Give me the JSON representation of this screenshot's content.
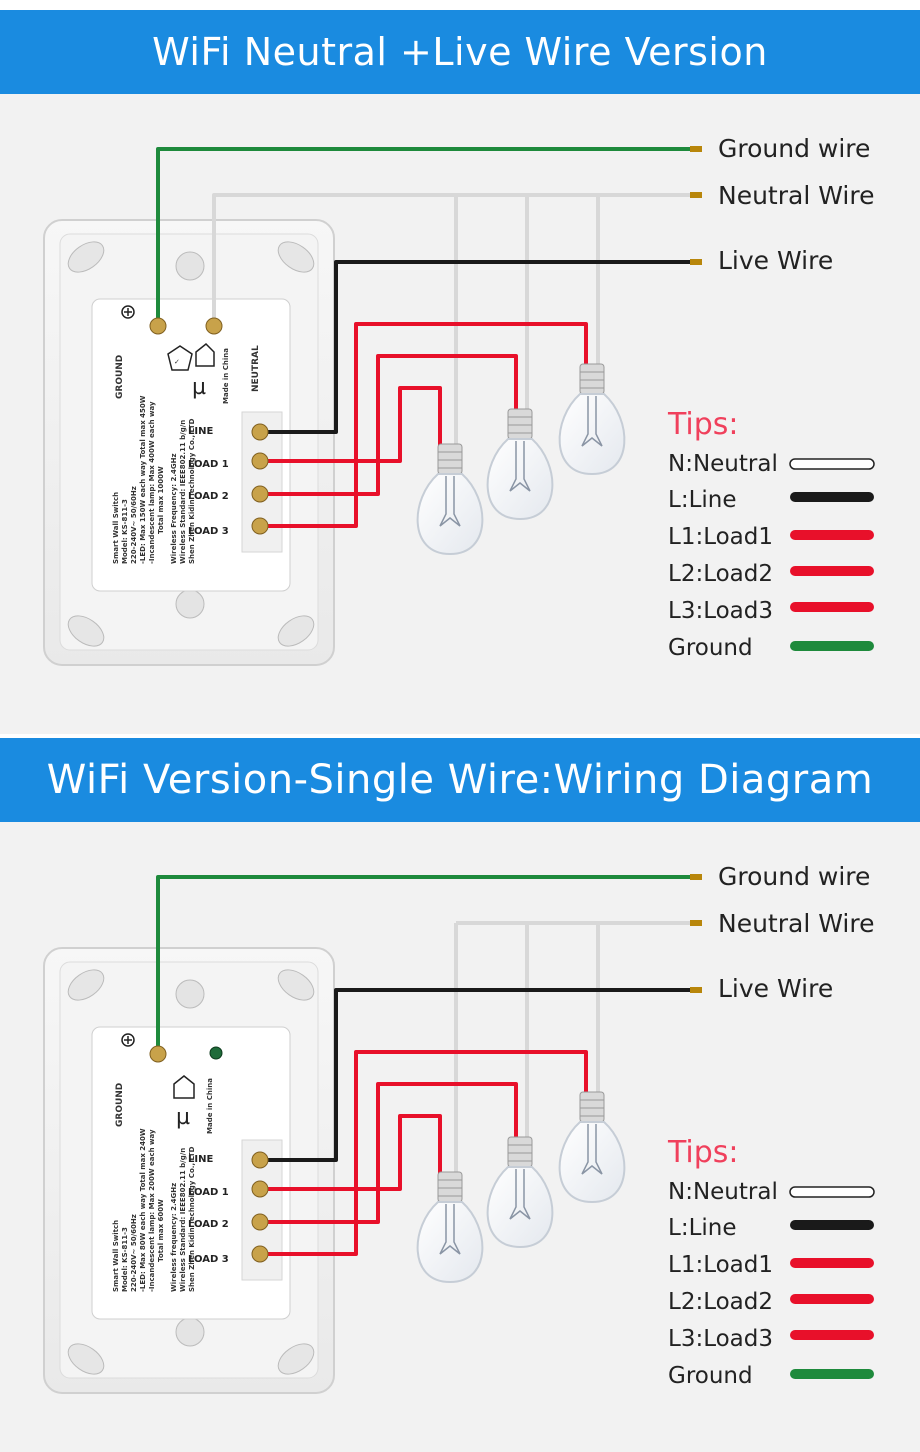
{
  "colors": {
    "banner": "#1a8be0",
    "ground": "#1e8a3c",
    "neutral": "#d8d8d8",
    "live": "#1a1a1a",
    "load": "#e8102a",
    "tips_title": "#f0405c"
  },
  "top": {
    "title": "WiFi Neutral +Live Wire Version",
    "wire_labels": {
      "ground": "Ground wire",
      "neutral": "Neutral Wire",
      "live": "Live Wire"
    },
    "plate": {
      "ground_label": "GROUND",
      "neutral_label": "NEUTRAL",
      "made_in": "Made in China",
      "terminals": [
        "LINE",
        "LOAD 1",
        "LOAD 2",
        "LOAD 3"
      ],
      "spec_lines": [
        "Smart Wall Switch",
        "Model: KS-811-3",
        "220-240V~ 50/60Hz",
        "-LED: Max 150W each way  Total max 450W",
        "-Incandescent lamp: Max 400W each way",
        "Total max 1000W",
        "Wireless Frequency: 2.4GHz",
        "Wireless Standard: IEEE802.11 b/g/n",
        "Shen Zhen Kidin Technology Co., LTD"
      ]
    },
    "tips": {
      "title": "Tips:",
      "items": [
        "N:Neutral",
        "L:Line",
        "L1:Load1",
        "L2:Load2",
        "L3:Load3",
        "Ground"
      ]
    }
  },
  "bottom": {
    "title": "WiFi Version-Single Wire:Wiring Diagram",
    "wire_labels": {
      "ground": "Ground wire",
      "neutral": "Neutral Wire",
      "live": "Live Wire"
    },
    "plate": {
      "ground_label": "GROUND",
      "made_in": "Made in China",
      "terminals": [
        "LINE",
        "LOAD 1",
        "LOAD 2",
        "LOAD 3"
      ],
      "spec_lines": [
        "Smart Wall Switch",
        "Model: KS-811-3",
        "220-240V~ 50/60Hz",
        "-LED: Max 80W each way  Total max 240W",
        "-Incandescent lamp: Max 200W each way",
        "Total max 600W",
        "Wireless frequency: 2.4GHz",
        "Wireless Standard: IEEE802.11 b/g/n",
        "Shen Zhen Kidin Technology Co., LTD"
      ]
    },
    "tips": {
      "title": "Tips:",
      "items": [
        "N:Neutral",
        "L:Line",
        "L1:Load1",
        "L2:Load2",
        "L3:Load3",
        "Ground"
      ]
    }
  }
}
